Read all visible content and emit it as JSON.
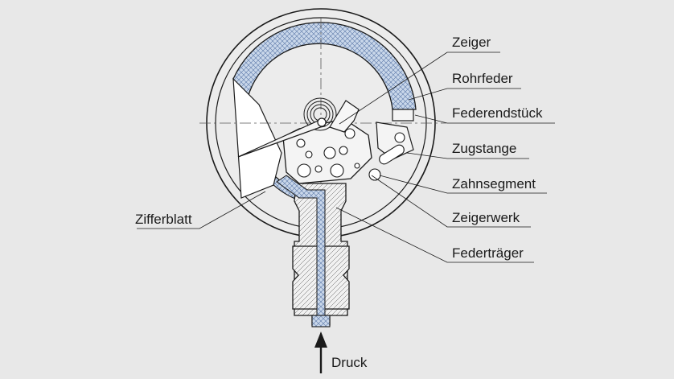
{
  "labels": {
    "zeiger": "Zeiger",
    "rohrfeder": "Rohrfeder",
    "federendstueck": "Federendstück",
    "zugstange": "Zugstange",
    "zahnsegment": "Zahnsegment",
    "zeigerwerk": "Zeigerwerk",
    "federtraeger": "Federträger",
    "zifferblatt": "Zifferblatt",
    "druck": "Druck"
  },
  "colors": {
    "background": "#e8e8e8",
    "outline": "#1a1a1a",
    "spring_fill": "#c9d7ea",
    "hatch": "#5b78a8"
  }
}
